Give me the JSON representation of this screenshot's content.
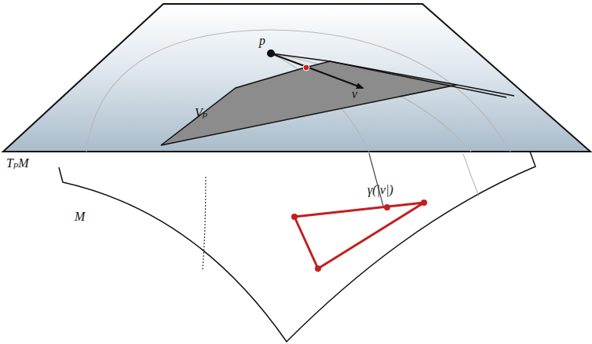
{
  "diagram": {
    "labels": [
      "p",
      "v",
      "Vₚ",
      "TₚM",
      "M",
      "γ(|v|)"
    ]
  }
}
